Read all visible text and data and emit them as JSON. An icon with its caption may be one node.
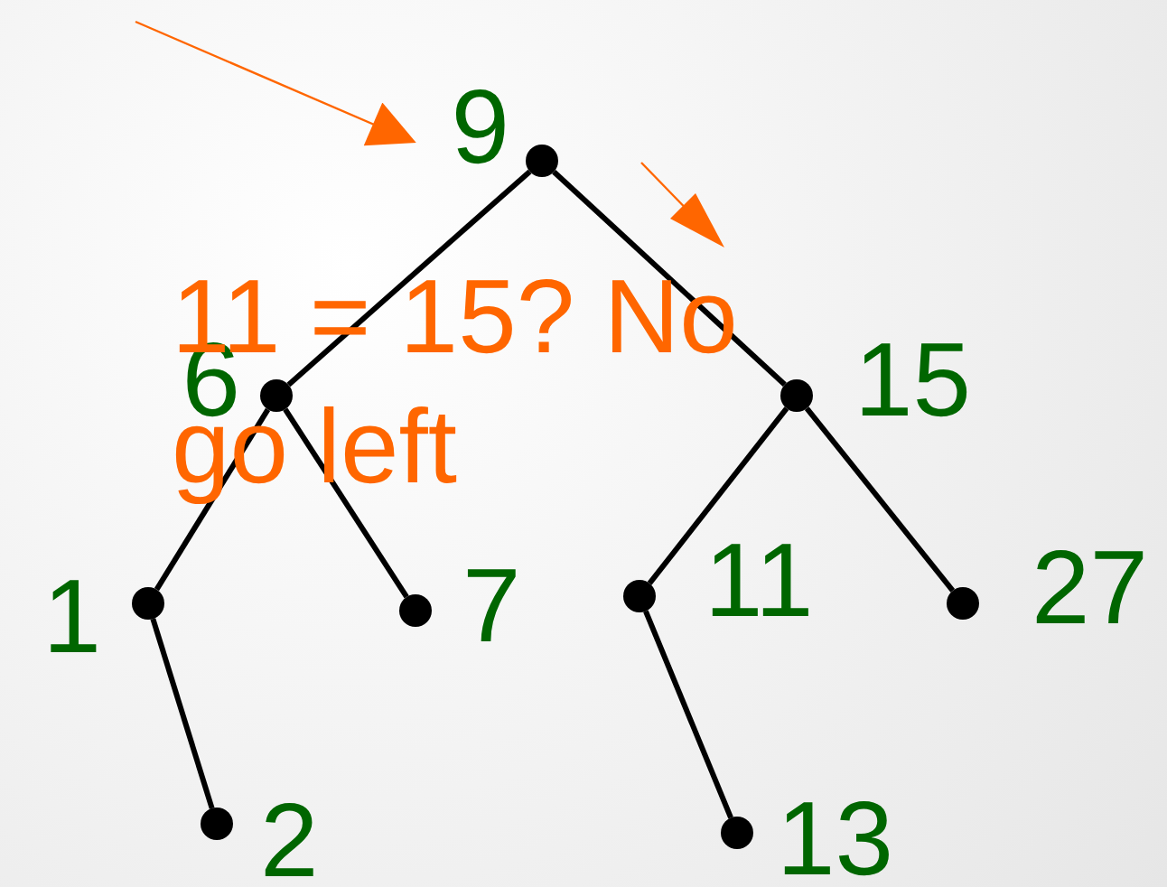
{
  "diagram": {
    "nodes": [
      {
        "text": [],
        "shape": "circle",
        "beside": [
          "9"
        ]
      },
      {
        "text": [],
        "shape": "circle",
        "beside": [
          "6"
        ]
      },
      {
        "text": [],
        "shape": "circle",
        "beside": [
          "15"
        ]
      },
      {
        "text": [],
        "shape": "circle",
        "beside": [
          "1"
        ]
      },
      {
        "text": [],
        "shape": "circle",
        "beside": [
          "7"
        ]
      },
      {
        "text": [],
        "shape": "circle",
        "beside": [
          "11"
        ]
      },
      {
        "text": [],
        "shape": "circle",
        "beside": [
          "27"
        ]
      },
      {
        "text": [],
        "shape": "circle",
        "beside": [
          "2"
        ]
      },
      {
        "text": [],
        "shape": "circle",
        "beside": [
          "13"
        ]
      }
    ],
    "edges": [
      {
        "from": 0,
        "to": 1,
        "arrow": "none"
      },
      {
        "from": 0,
        "to": 2,
        "arrow": "none"
      },
      {
        "from": 1,
        "to": 3,
        "arrow": "none"
      },
      {
        "from": 1,
        "to": 4,
        "arrow": "none"
      },
      {
        "from": 3,
        "to": 7,
        "arrow": "none"
      },
      {
        "from": 2,
        "to": 5,
        "arrow": "none"
      },
      {
        "from": 2,
        "to": 6,
        "arrow": "none"
      },
      {
        "from": 5,
        "to": 8,
        "arrow": "none"
      },
      {
        "from": null,
        "to": 0,
        "arrow": "to",
        "color": "#ff6600"
      }
    ],
    "labels": [
      "11 = 15? No go left"
    ]
  }
}
